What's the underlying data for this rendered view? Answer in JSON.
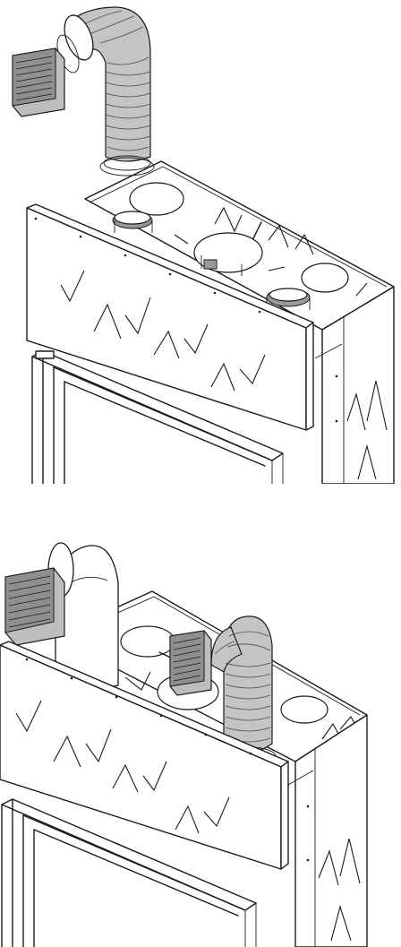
{
  "figures": [
    {
      "id": "top",
      "variant": "single-ducted-outlet",
      "duct": "flexible-grey",
      "grille": "wall-grille-small"
    },
    {
      "id": "bottom",
      "variant": "double-ducted-outlet",
      "duct": "rigid-white-and-flexible",
      "grille": "wall-grille-large"
    }
  ],
  "colors": {
    "line": "#1a1a1a",
    "duct_fill": "#c4c4c4",
    "grille_fill": "#bdbdbd",
    "background": "#ffffff"
  }
}
